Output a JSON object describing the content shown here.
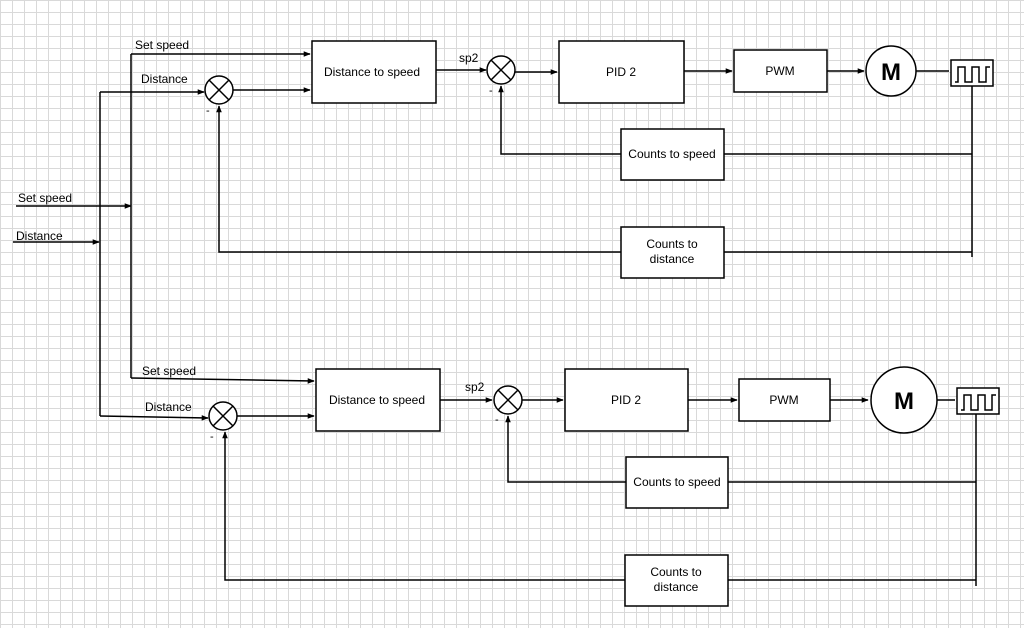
{
  "inputs": {
    "set_speed": "Set speed",
    "distance": "Distance"
  },
  "loops": [
    {
      "set_speed_label": "Set speed",
      "distance_label": "Distance",
      "sum1_minus": "-",
      "distance_to_speed": "Distance to speed",
      "sp2_label": "sp2",
      "sum2_minus": "-",
      "pid": "PID 2",
      "pwm": "PWM",
      "motor": "M",
      "counts_to_speed": "Counts to speed",
      "counts_to_distance_line1": "Counts to",
      "counts_to_distance_line2": "distance"
    },
    {
      "set_speed_label": "Set speed",
      "distance_label": "Distance",
      "sum1_minus": "-",
      "distance_to_speed": "Distance to speed",
      "sp2_label": "sp2",
      "sum2_minus": "-",
      "pid": "PID 2",
      "pwm": "PWM",
      "motor": "M",
      "counts_to_speed": "Counts to speed",
      "counts_to_distance_line1": "Counts to",
      "counts_to_distance_line2": "distance"
    }
  ]
}
